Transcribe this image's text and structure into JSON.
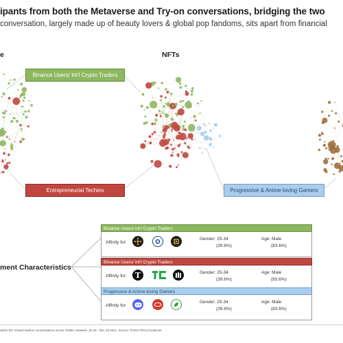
{
  "header": {
    "title": "ipants from both the Metaverse and Try-on conversations, bridging the two",
    "subtitle": "conversation, largely made up of beauty lovers & global pop fandoms, sits apart from financial"
  },
  "clusters": [
    {
      "title": "e"
    },
    {
      "title": "NFTs"
    }
  ],
  "tags": {
    "crypto": "Binance Users/ Int'l Crypto Traders",
    "techies": "Entrepreneurial Techies",
    "gamers": "Progressive & Anime-loving Gamers"
  },
  "section_label": "ment Characteristics",
  "segments": [
    {
      "name": "Binance Users/ Int'l Crypto Traders",
      "affinity_label": "Affinity for:",
      "logos": [
        "binance-logo-icon",
        "cardano-logo-icon",
        "chainlink-logo-icon"
      ],
      "gender_label": "Gender: 25-34",
      "gender_value": "(39.6%)",
      "age_label": "Age: Male",
      "age_value": "(83.6%)",
      "color": "#8db85f"
    },
    {
      "name": "Binance Users/ Int'l Crypto Traders",
      "affinity_label": "Affinity for:",
      "logos": [
        "nytimes-logo-icon",
        "techcrunch-logo-icon",
        "wsj-logo-icon"
      ],
      "gender_label": "Gender: 25-34",
      "gender_value": "(39.6%)",
      "age_label": "Age: Male",
      "age_value": "(83.6%)",
      "color": "#c0473f"
    },
    {
      "name": "Progressive & Anime-loving Gamers",
      "affinity_label": "Affinity for:",
      "logos": [
        "discord-logo-icon",
        "red-oval-logo-icon",
        "leaf-logo-icon"
      ],
      "gender_label": "Gender: 25-34",
      "gender_value": "(39.6%)",
      "age_label": "Age: Male",
      "age_value": "(83.6%)",
      "color": "#a9cdea"
    }
  ],
  "footnote": "within the Virtual Fashion conversations across Twitter, between Jul 28 - Dec 15 2021. Source: Pulsar TRAC/Audiense",
  "colors": {
    "green": "#8db85f",
    "red": "#c0473f",
    "blue": "#a9cdea",
    "brown": "#a0703a"
  }
}
